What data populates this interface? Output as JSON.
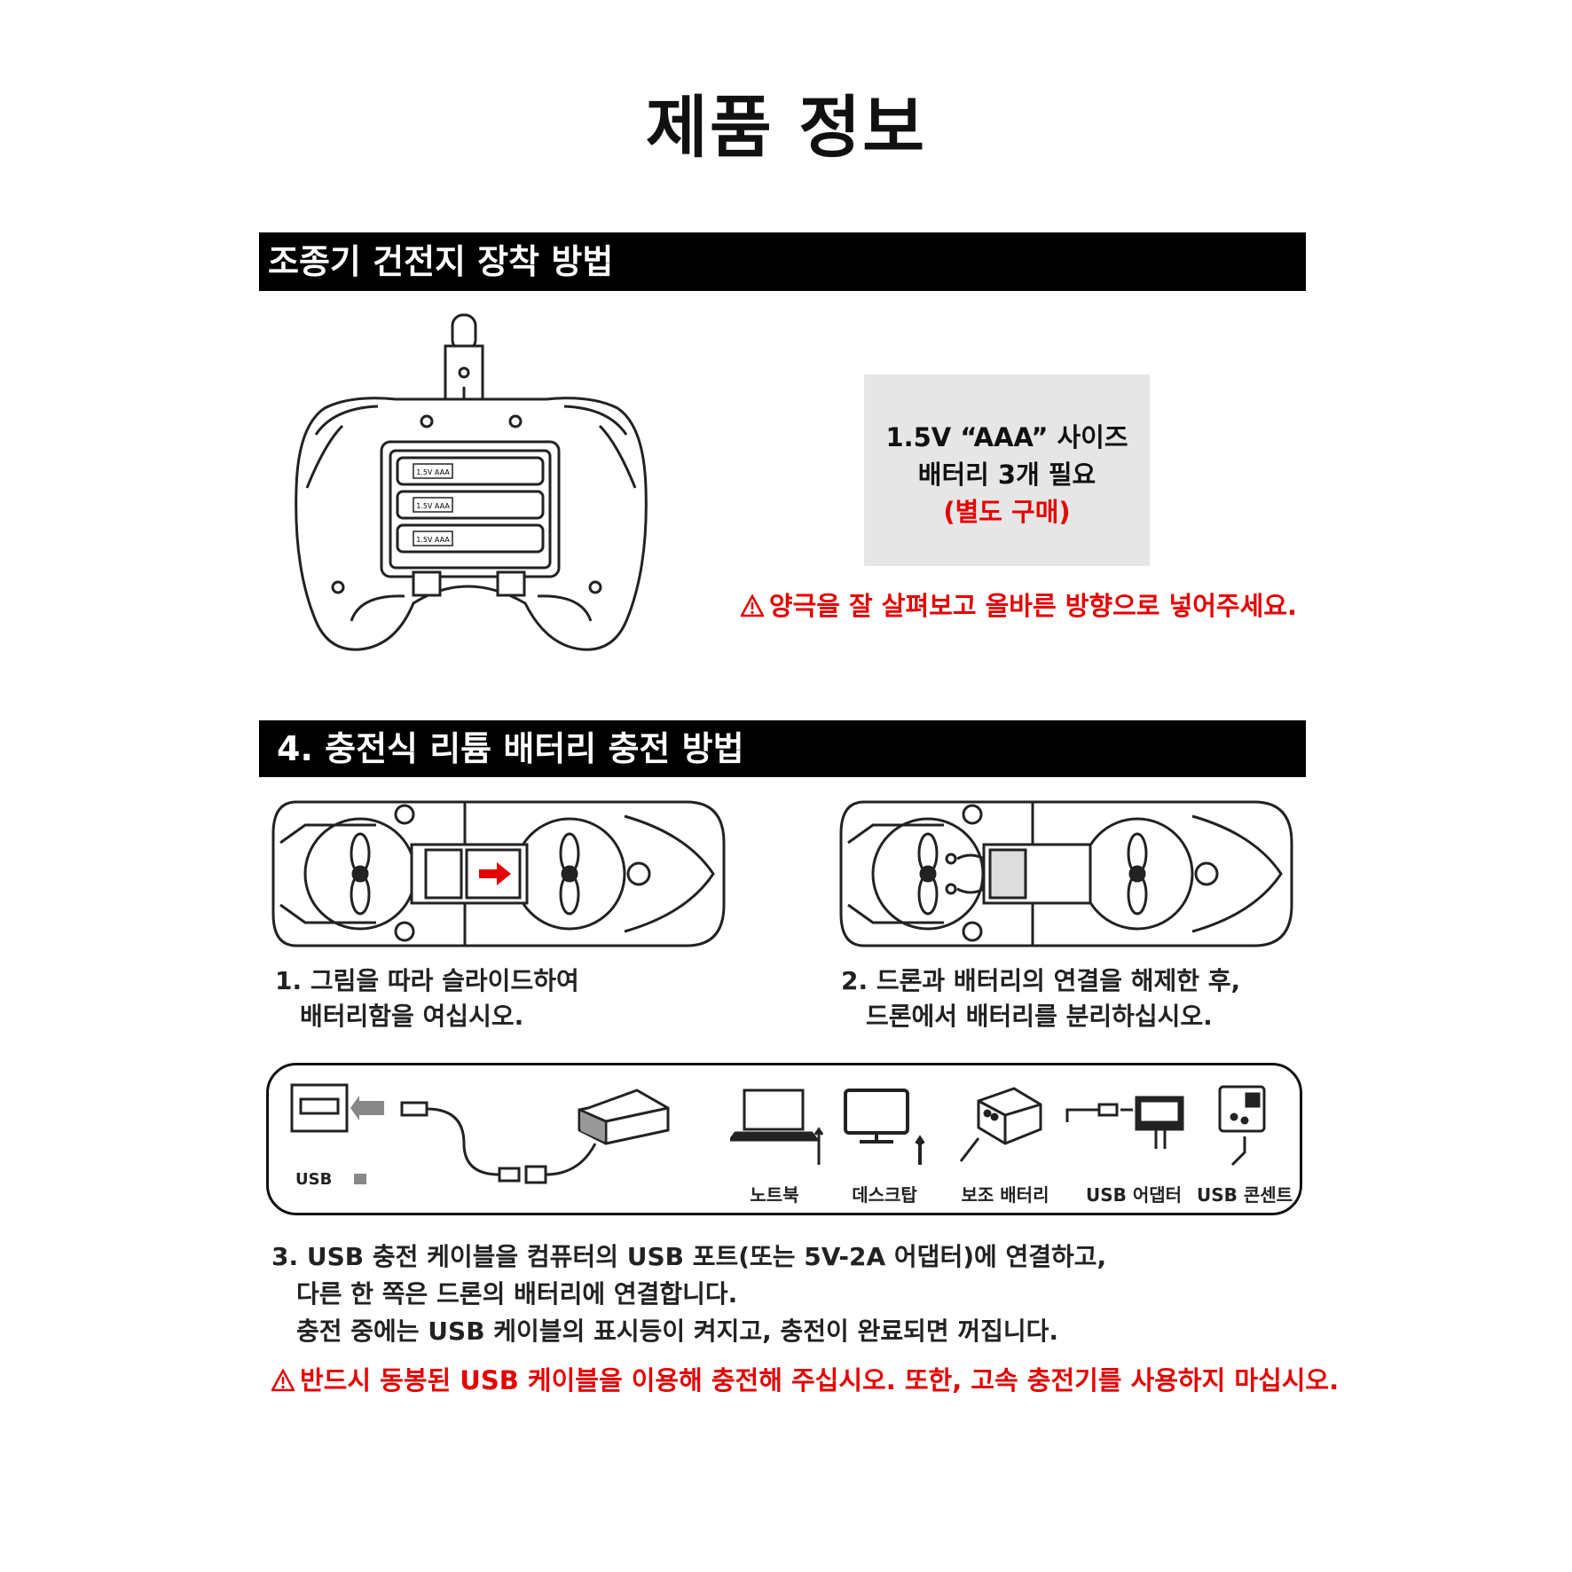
{
  "title": "제품 정보",
  "section1": {
    "header": "조종기 건전지 장착 방법",
    "battery_cell_label": "1.5V AAA",
    "info_line1": "1.5V “AAA” 사이즈",
    "info_line2": "배터리 3개 필요",
    "info_line3": "(별도 구매)",
    "warning": "양극을 잘 살펴보고 올바른 방향으로 넣어주세요."
  },
  "section2": {
    "header": "4. 충전식 리튬 배터리 충전 방법",
    "step1_line1": "1. 그림을 따라 슬라이드하여",
    "step1_line2": "배터리함을 여십시오.",
    "step2_line1": "2. 드론과 배터리의 연결을 해제한 후,",
    "step2_line2": "드론에서 배터리를 분리하십시오.",
    "usb_label": "USB",
    "devices": [
      "노트북",
      "데스크탑",
      "보조 배터리",
      "USB 어댑터",
      "USB 콘센트"
    ],
    "step3_line1": "3. USB 충전 케이블을 컴퓨터의 USB 포트(또는 5V-2A 어댑터)에 연결하고,",
    "step3_line2": "다른 한 쪽은 드론의 배터리에 연결합니다.",
    "step3_line3": "충전 중에는 USB 케이블의 표시등이 켜지고, 충전이 완료되면 꺼집니다.",
    "warning": "반드시 동봉된 USB 케이블을 이용해 충전해 주십시오. 또한, 고속 충전기를 사용하지 마십시오."
  },
  "colors": {
    "warning": "#e60000",
    "bar": "#000000",
    "info_box": "#e6e6e6"
  }
}
